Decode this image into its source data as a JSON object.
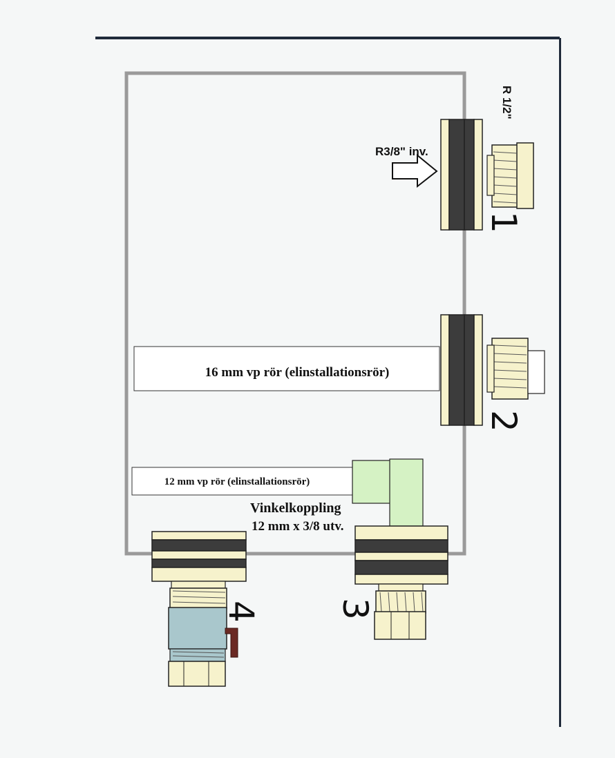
{
  "labels": {
    "r_half": "R 1/2\"",
    "r_38_inv": "R3/8\" inv.",
    "pipe_16": "16 mm vp rör (elinstallationsrör)",
    "pipe_12": "12 mm vp rör (elinstallationsrör)",
    "angle_line1": "Vinkelkoppling",
    "angle_line2": "12 mm x 3/8 utv."
  },
  "numbers": {
    "n1": "1",
    "n2": "2",
    "n3": "3",
    "n4": "4"
  },
  "colors": {
    "cream": "#f6f2cc",
    "dark": "#3c3c3c",
    "green": "#d5f2c4",
    "blue": "#a9c7cc",
    "brown": "#6b2a24",
    "box": "#9a9a9a",
    "line": "#1f2a3a"
  }
}
